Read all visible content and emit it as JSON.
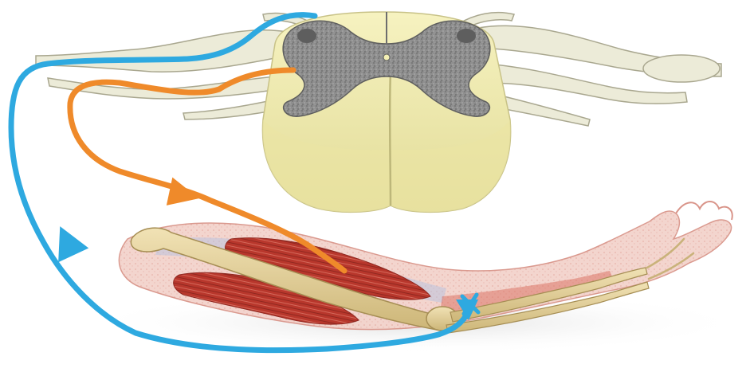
{
  "figure": {
    "subject": "reflex-arc",
    "background": "#ffffff"
  },
  "colors": {
    "white_matter": "#f3efb4",
    "white_matter_shade": "#dcd78e",
    "gray_matter": "#8f8f8f",
    "gray_matter_dark": "#5e5e5e",
    "nerve": "#ecebd8",
    "nerve_outline": "#a9a78f",
    "sensory_pathway": "#2ea9e0",
    "motor_pathway": "#ef8a2a",
    "muscle": "#b8372c",
    "muscle_light": "#d96b5c",
    "bone": "#e3cf96",
    "skin": "#f2c3bb",
    "skin_outline": "#d9958a",
    "tendon": "#b9c2de"
  },
  "pathways": [
    {
      "id": "sensory",
      "color_key": "sensory_pathway",
      "direction": "toward-spinal-cord"
    },
    {
      "id": "motor",
      "color_key": "motor_pathway",
      "direction": "toward-muscle"
    }
  ]
}
